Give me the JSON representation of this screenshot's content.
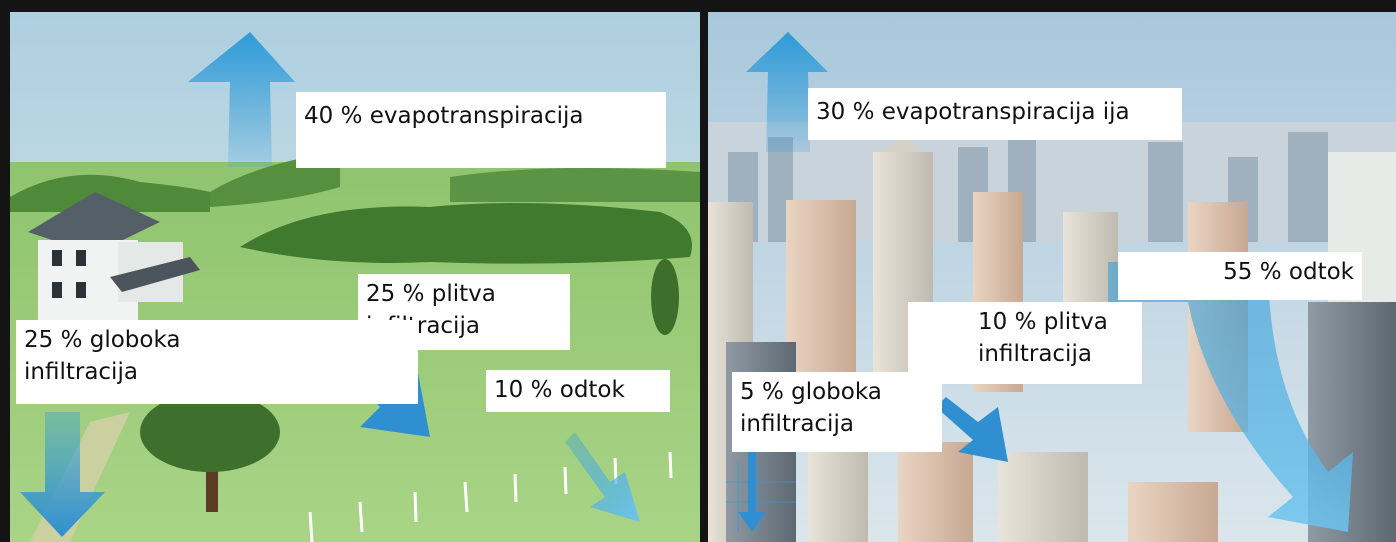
{
  "rural": {
    "evapotranspiration": "40 % evapotranspiracija",
    "shallow_infiltration": [
      "25 % plitva",
      "infiltracija"
    ],
    "deep_infiltration": [
      "25 % globoka",
      "infiltracija"
    ],
    "runoff": "10 % odtok"
  },
  "urban": {
    "evapotranspiration": "30 % evapotranspiracija ija",
    "shallow_infiltration": [
      "10 % plitva",
      "infiltracija"
    ],
    "deep_infiltration": [
      "5 % globoka",
      "infiltracija"
    ],
    "runoff": "55 % odtok"
  },
  "colors": {
    "arrow": "#2f9bd8",
    "sky_rural": "#c3dbe6",
    "grass": "#8fc46e",
    "sky_urban": "#b9d3e3"
  }
}
